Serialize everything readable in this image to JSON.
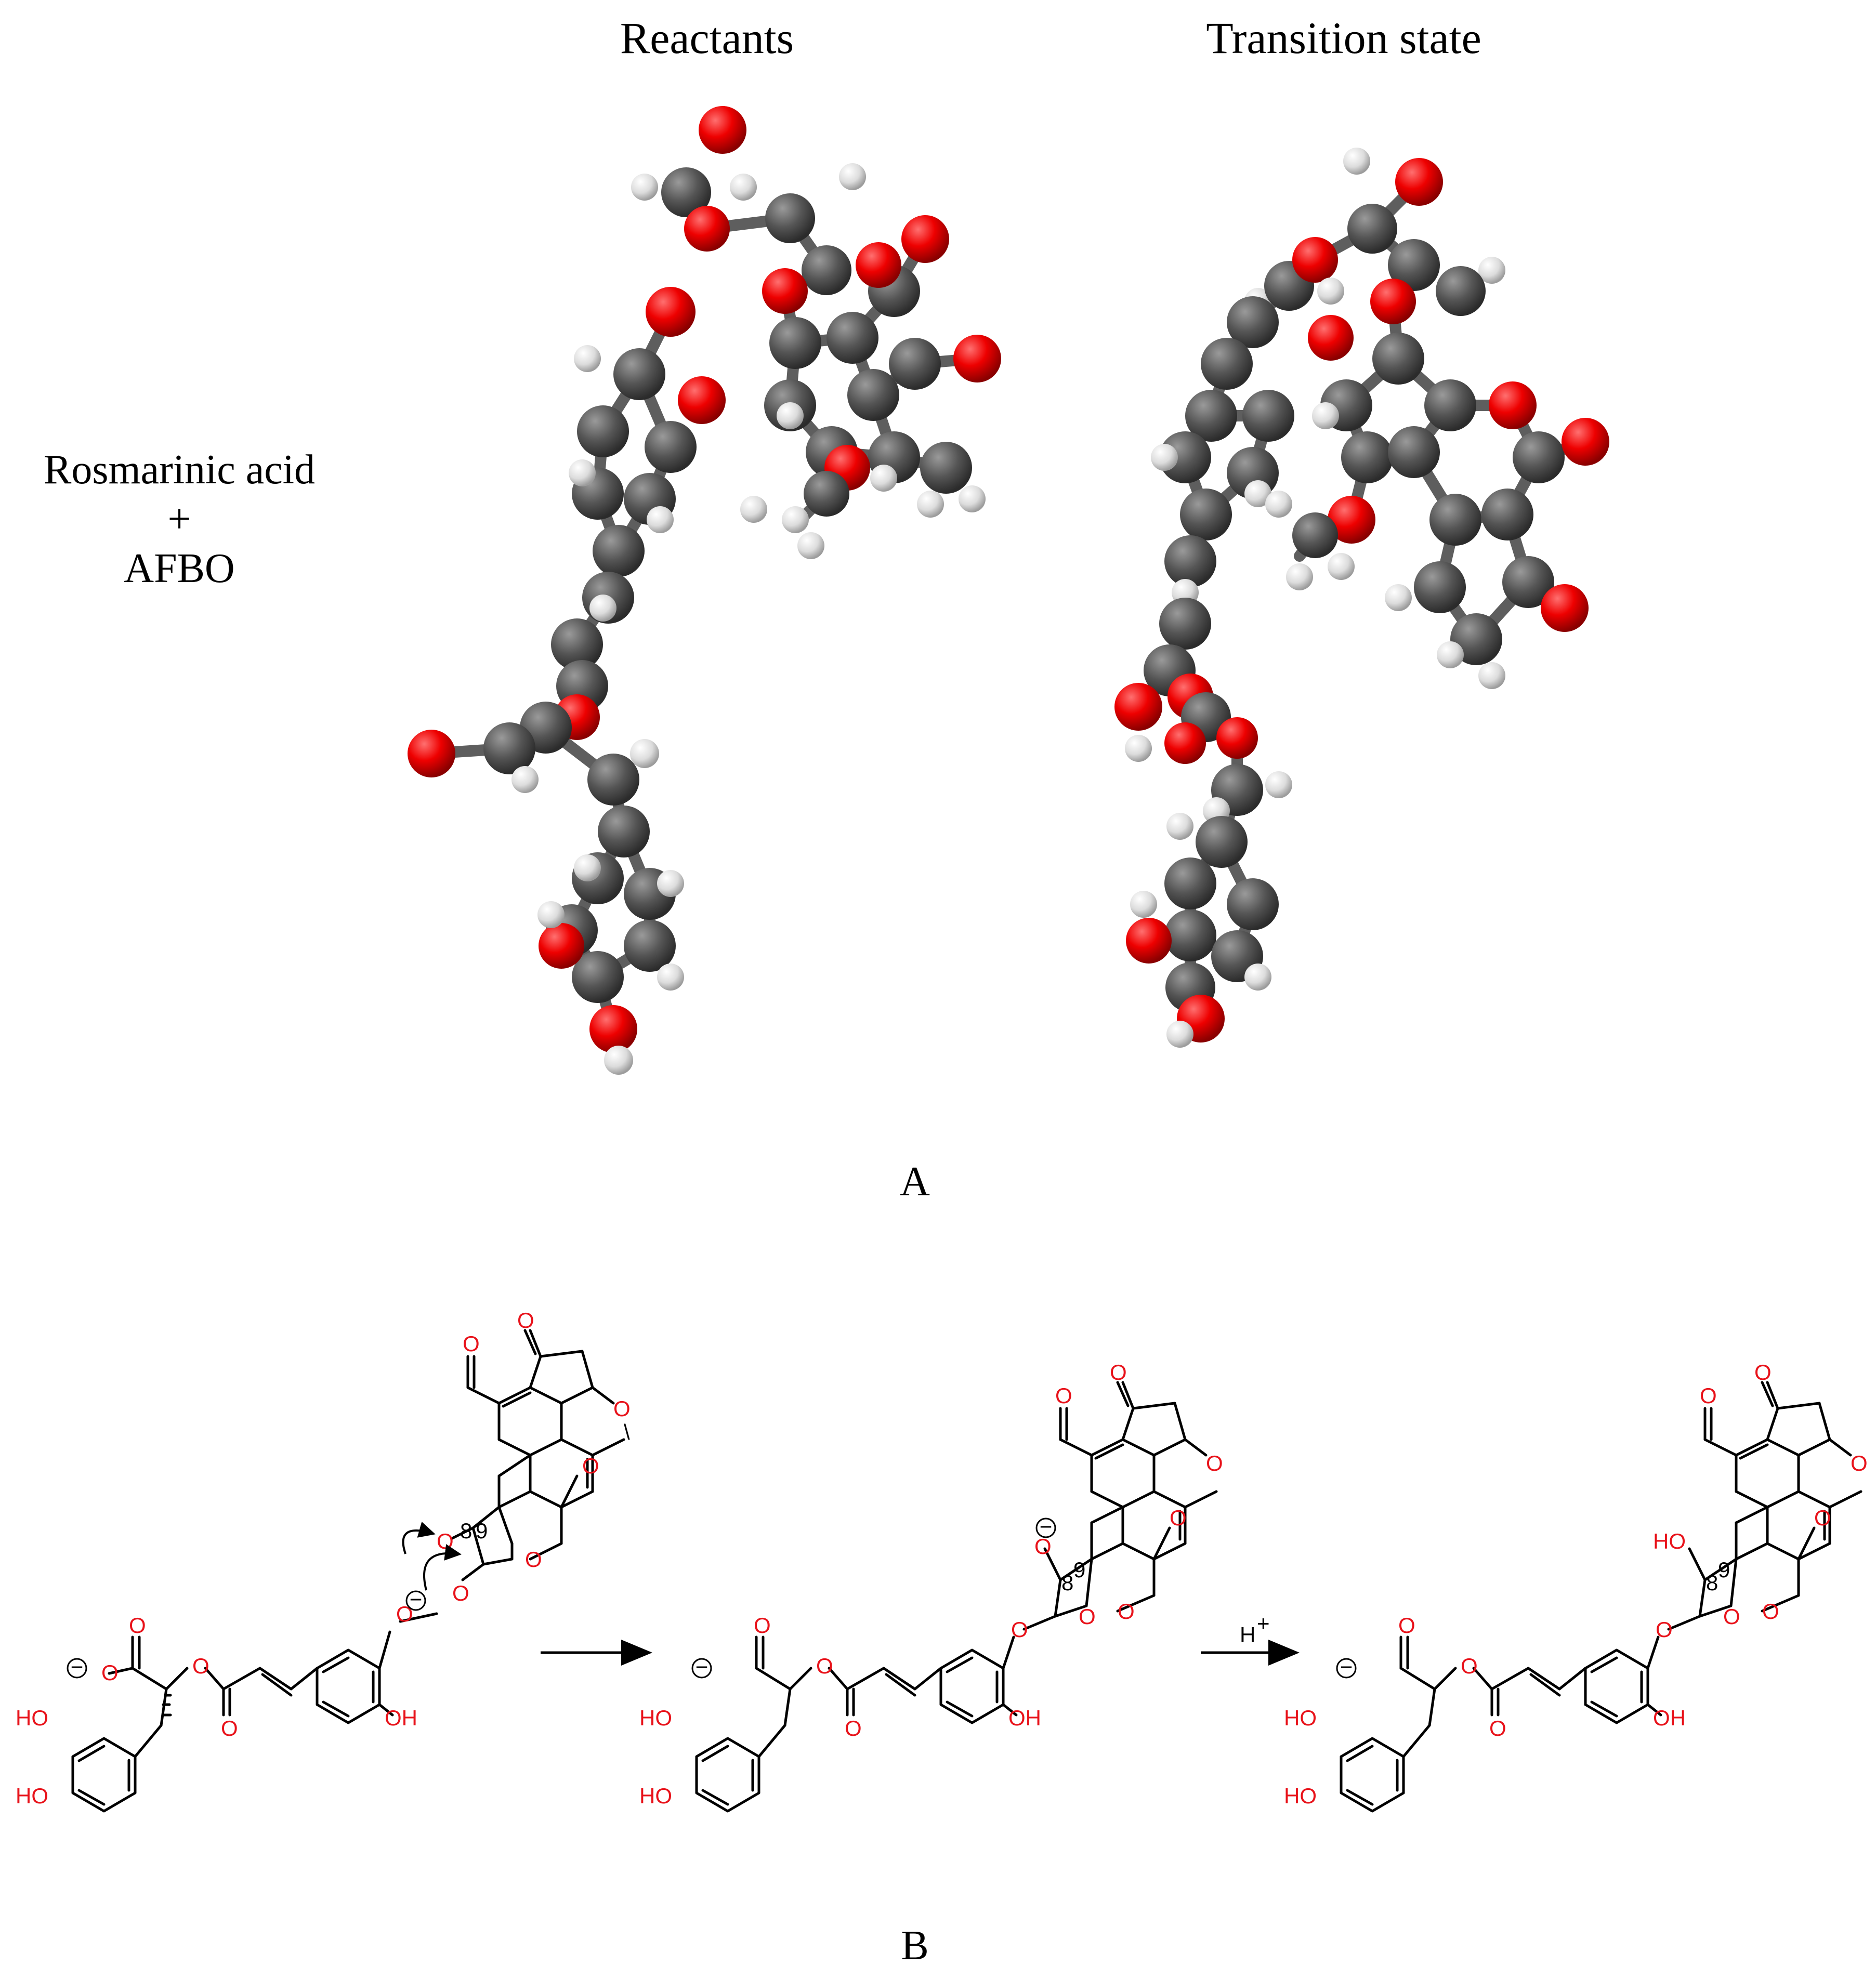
{
  "panelA": {
    "label": "A",
    "left_text": {
      "line1": "Rosmarinic acid",
      "line2": "+",
      "line3": "AFBO"
    },
    "titles": {
      "reactants": "Reactants",
      "transition_state": "Transition state"
    }
  },
  "panelB": {
    "label": "B",
    "reagent": {
      "base": "H",
      "charge": "+"
    },
    "chem_labels": {
      "O": "O",
      "OH": "OH",
      "HO": "HO",
      "minus": "−",
      "num8": "8",
      "num9": "9"
    }
  },
  "colors": {
    "oxygen": "#e8121a",
    "carbon": "#555555",
    "hydrogen": "#dcdcdc",
    "bond": "#000000"
  }
}
